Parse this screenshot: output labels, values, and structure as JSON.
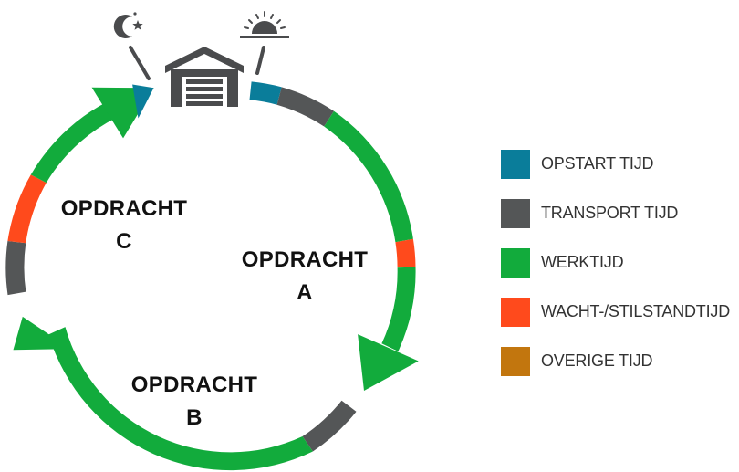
{
  "colors": {
    "opstart": "#0a7d9a",
    "transport": "#545657",
    "werk": "#12ab3c",
    "wacht": "#ff4a1c",
    "overige": "#c2760e",
    "icon": "#4a4b4d",
    "text": "#111111"
  },
  "icons": {
    "night": "moon-star-icon",
    "depot": "garage-icon",
    "morning": "sunrise-icon"
  },
  "labels": {
    "a": [
      "OPDRACHT",
      "A"
    ],
    "b": [
      "OPDRACHT",
      "B"
    ],
    "c": [
      "OPDRACHT",
      "C"
    ]
  },
  "legend": [
    {
      "label": "OPSTART TIJD",
      "color": "#0a7d9a"
    },
    {
      "label": "TRANSPORT TIJD",
      "color": "#545657"
    },
    {
      "label": "WERKTIJD",
      "color": "#12ab3c"
    },
    {
      "label": "WACHT-/STILSTANDTIJD",
      "color": "#ff4a1c"
    },
    {
      "label": "OVERIGE TIJD",
      "color": "#c2760e"
    }
  ]
}
